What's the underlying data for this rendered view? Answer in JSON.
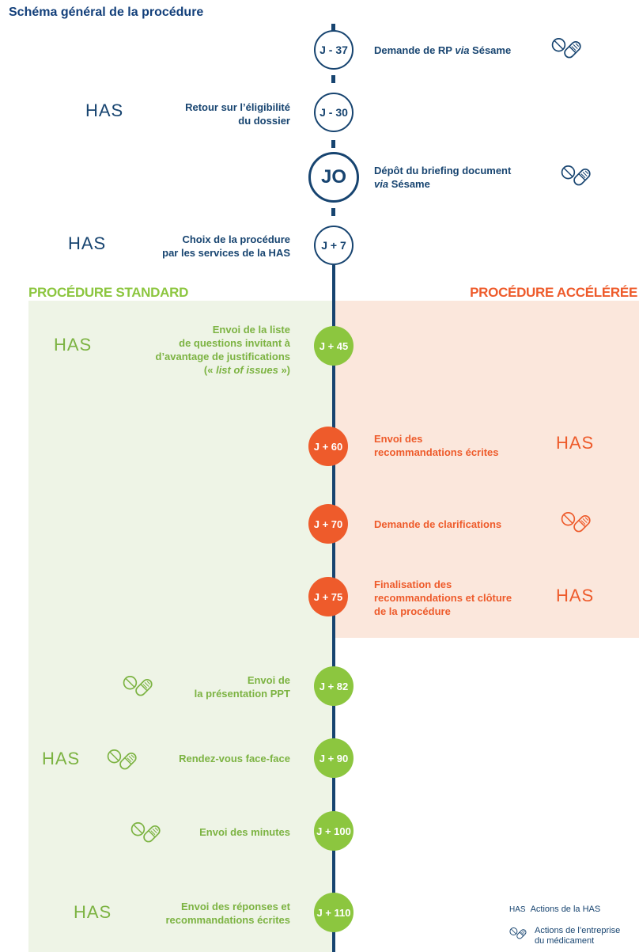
{
  "title": "Schéma général de la procédure",
  "sections": {
    "standard": "PROCÉDURE STANDARD",
    "accelerated": "PROCÉDURE ACCÉLÉRÉE"
  },
  "has_logo": "HAS",
  "colors": {
    "navy": "#174470",
    "green": "#8cc63f",
    "orange": "#ee5b2b",
    "green_bg": "#eef4e6",
    "orange_bg": "#fbe7dc"
  },
  "steps": [
    {
      "day": "J - 37",
      "l1a": "Demande de RP ",
      "l1i": "via",
      "l1b": " Sésame",
      "actor": "pill-icon"
    },
    {
      "day": "J - 30",
      "l1": "Retour sur l’éligibilité",
      "l2": "du dossier",
      "actor": "has-logo"
    },
    {
      "day": "JO",
      "l1": "Dépôt du briefing document",
      "l2i": "via",
      "l2b": " Sésame",
      "actor": "pill-icon"
    },
    {
      "day": "J + 7",
      "l1": "Choix de la procédure",
      "l2": "par les services de la HAS",
      "actor": "has-logo"
    },
    {
      "day": "J + 45",
      "l1": "Envoi de la liste",
      "l2": "de questions invitant à",
      "l3": "d’avantage de justifications",
      "l4a": "(« ",
      "l4i": "list of issues",
      "l4b": " »)",
      "actor": "has-logo"
    },
    {
      "day": "J + 60",
      "l1": "Envoi des",
      "l2": "recommandations écrites",
      "actor": "has-logo"
    },
    {
      "day": "J + 70",
      "l1": "Demande de clarifications",
      "actor": "pill-icon"
    },
    {
      "day": "J + 75",
      "l1": "Finalisation des",
      "l2": "recommandations et clôture",
      "l3": "de la procédure",
      "actor": "has-logo"
    },
    {
      "day": "J + 82",
      "l1": "Envoi de",
      "l2": "la présentation PPT",
      "actor": "pill-icon"
    },
    {
      "day": "J + 90",
      "l1": "Rendez-vous face-face",
      "actor": "has-logo + pill-icon"
    },
    {
      "day": "J + 100",
      "l1": "Envoi des minutes",
      "actor": "pill-icon"
    },
    {
      "day": "J + 110",
      "l1": "Envoi des réponses et",
      "l2": "recommandations écrites",
      "actor": "has-logo"
    }
  ],
  "legend": {
    "has_label": "Actions de la HAS",
    "pill_l1": "Actions de l’entreprise",
    "pill_l2": "du médicament"
  }
}
